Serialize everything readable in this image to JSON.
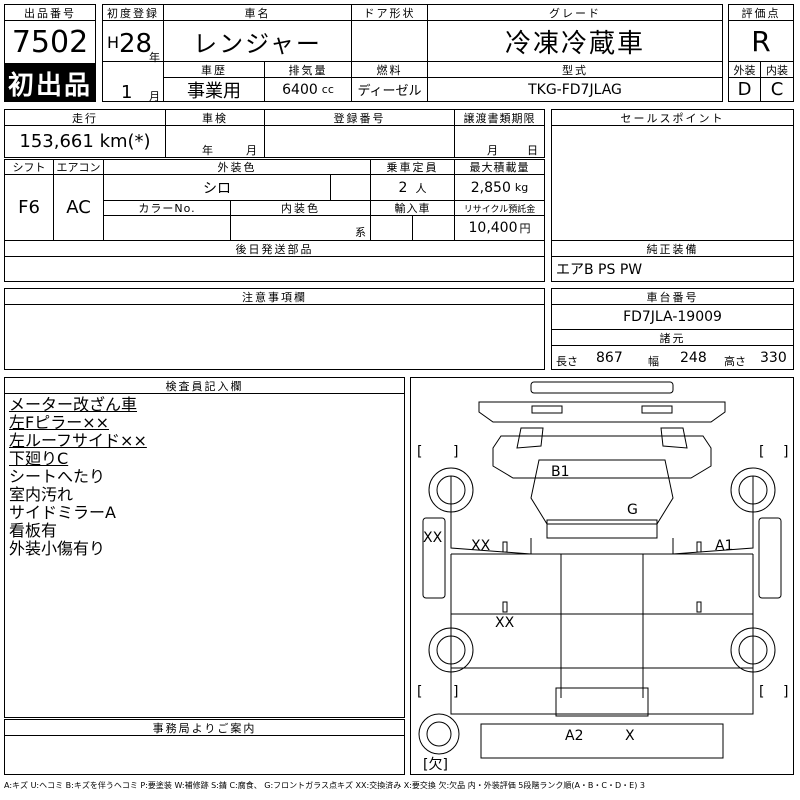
{
  "header": {
    "lot_label": "出品番号",
    "lot_no": "7502",
    "first_listing": "初出品",
    "reg_label": "初度登録",
    "era": "H",
    "year": "28",
    "year_unit": "年",
    "month": "1",
    "month_unit": "月",
    "car_name_label": "車名",
    "car_name": "レンジャー",
    "door_label": "ドア形状",
    "door_value": "",
    "grade_label": "グレード",
    "grade": "冷凍冷蔵車",
    "score_label": "評価点",
    "score": "R",
    "history_label": "車歴",
    "history": "事業用",
    "disp_label": "排気量",
    "disp": "6400",
    "disp_unit": "cc",
    "fuel_label": "燃料",
    "fuel": "ディーゼル",
    "model_label": "型式",
    "model": "TKG-FD7JLAG",
    "ext_grade_label": "外装",
    "ext_grade": "D",
    "int_grade_label": "内装",
    "int_grade": "C"
  },
  "row2": {
    "mileage_label": "走行",
    "mileage": "153,661 km(*)",
    "inspection_label": "車検",
    "insp_year_unit": "年",
    "insp_month_unit": "月",
    "plate_label": "登録番号",
    "plate": "",
    "transfer_label": "譲渡書類期限",
    "tr_month_unit": "月",
    "tr_day_unit": "日",
    "sales_label": "セールスポイント",
    "sales": ""
  },
  "row3": {
    "shift_label": "シフト",
    "shift": "F6",
    "ac_label": "エアコン",
    "ac": "AC",
    "ext_color_label": "外装色",
    "ext_color": "シロ",
    "seats_label": "乗車定員",
    "seats": "2",
    "seats_unit": "人",
    "load_label": "最大積載量",
    "load": "2,850",
    "load_unit": "kg",
    "colorno_label": "カラーNo.",
    "int_color_label": "内装色",
    "int_color_unit": "系",
    "import_label": "輸入車",
    "recycle_label": "リサイクル預託金",
    "recycle": "10,400",
    "recycle_unit": "円"
  },
  "parts": {
    "label": "後日発送部品",
    "value": ""
  },
  "equipment": {
    "label": "純正装備",
    "value": "エアB PS PW"
  },
  "caution": {
    "label": "注意事項欄",
    "value": ""
  },
  "chassis": {
    "label": "車台番号",
    "value": "FD7JLA-19009"
  },
  "dims": {
    "label": "諸元",
    "length_label": "長さ",
    "length": "867",
    "width_label": "幅",
    "width": "248",
    "height_label": "高さ",
    "height": "330"
  },
  "inspector": {
    "label": "検査員記入欄",
    "notes": [
      "メーター改ざん車",
      "左Fピラー××",
      "左ルーフサイド××",
      "下廻りC",
      "シートへたり",
      "室内汚れ",
      "サイドミラーA",
      "看板有",
      "外装小傷有り"
    ]
  },
  "office": {
    "label": "事務局よりご案内",
    "value": ""
  },
  "diagram": {
    "marks": [
      "B1",
      "G",
      "XX",
      "XX",
      "A1",
      "XX",
      "A2",
      "X"
    ],
    "missing": "[欠]",
    "brackets": [
      "[",
      "]",
      "[",
      "]",
      "[",
      "]",
      "[",
      "]"
    ]
  },
  "legend": "A:キズ U:ヘコミ B:キズを伴うヘコミ P:要塗装 W:補修跡 S:錆 C:腐食、 G:フロントガラス点キズ XX:交換済み X:要交換 欠:欠品 内・外装評価 5段階ランク順(A・B・C・D・E) 3"
}
